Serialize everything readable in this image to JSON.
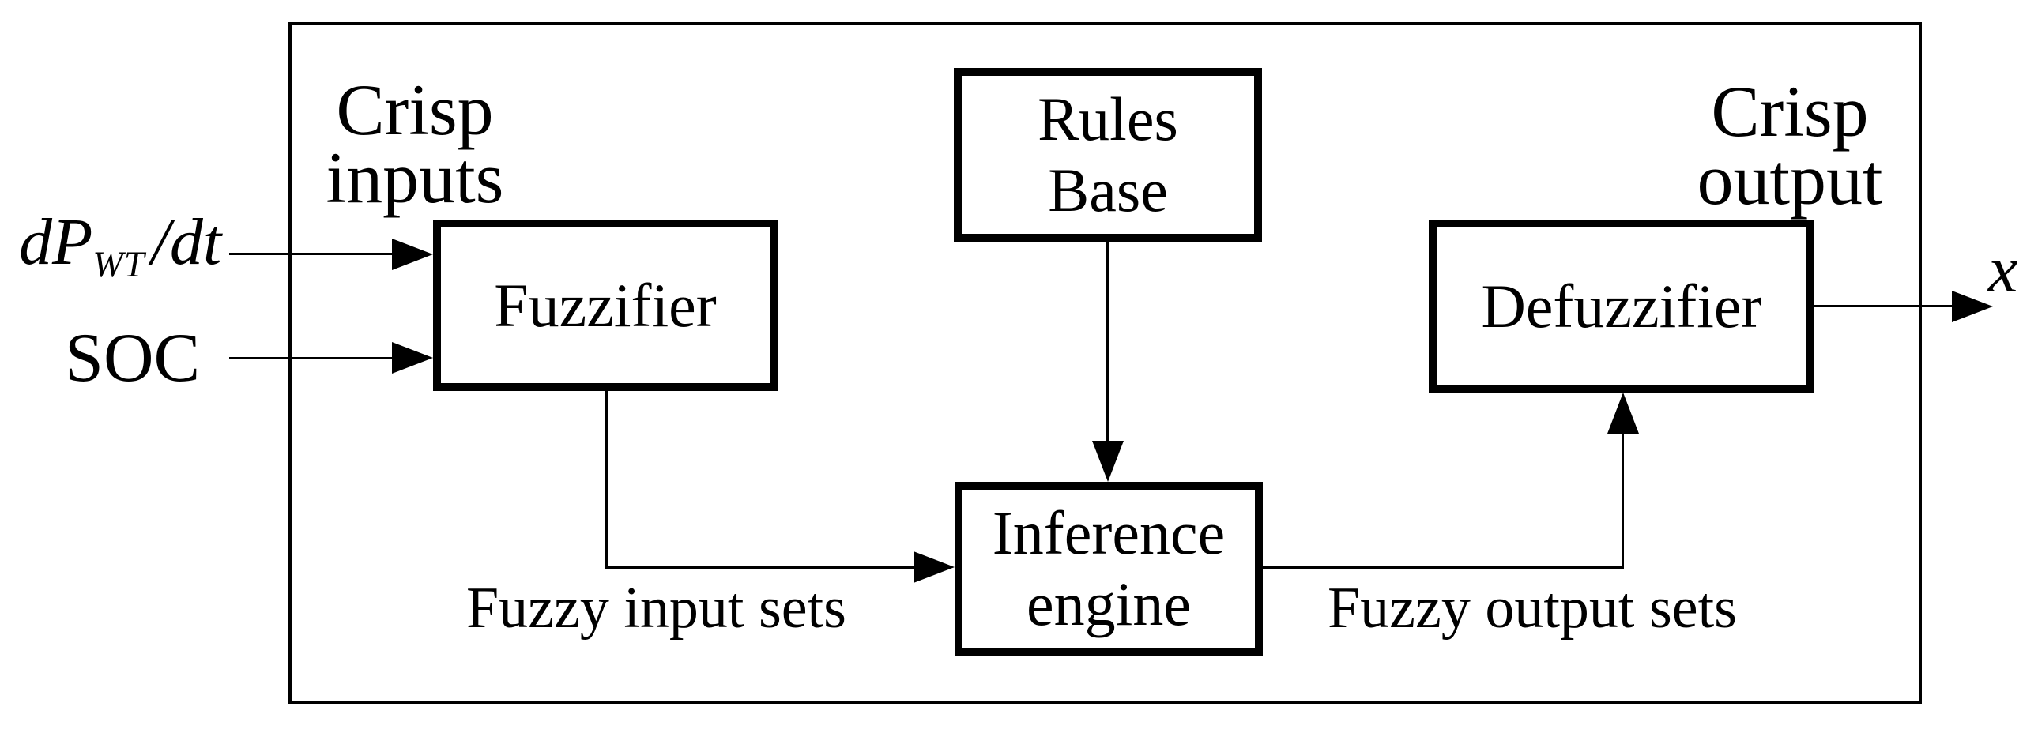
{
  "figure": {
    "background": "#ffffff",
    "line_color": "#000000",
    "labels": {
      "crisp_inputs": {
        "line1": "Crisp",
        "line2": "inputs"
      },
      "crisp_output": {
        "line1": "Crisp",
        "line2": "output"
      },
      "input1": {
        "main": "dP",
        "sub": "WT",
        "rest": "/dt"
      },
      "input2": "SOC",
      "fuzzy_input_sets": "Fuzzy input sets",
      "fuzzy_output_sets": "Fuzzy output sets",
      "output_var": "x"
    },
    "boxes": {
      "fuzzifier": {
        "label": "Fuzzifier"
      },
      "rules_base": {
        "line1": "Rules",
        "line2": "Base"
      },
      "inference_engine": {
        "line1": "Inference",
        "line2": "engine"
      },
      "defuzzifier": {
        "label": "Defuzzifier"
      }
    }
  }
}
